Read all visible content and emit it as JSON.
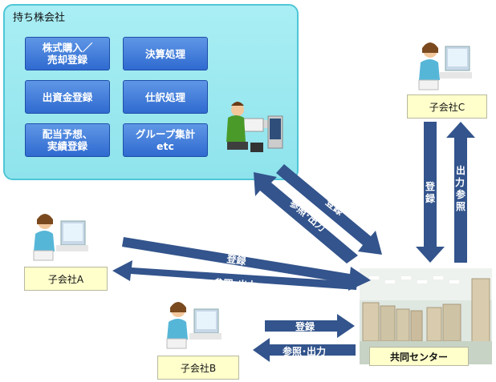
{
  "holding": {
    "title": "持ち株会社",
    "tasks": [
      "株式購入／\n売却登録",
      "決算処理",
      "出資金登録",
      "仕訳処理",
      "配当予想、\n実績登録",
      "グループ集計\netc"
    ]
  },
  "subsidiaries": {
    "a": "子会社A",
    "b": "子会社B",
    "c": "子会社C"
  },
  "center": {
    "label": "共同センター"
  },
  "arrows": {
    "register": "登録",
    "refer_output": "参照･出力",
    "output_refer_vertical": "出力・参照"
  }
}
